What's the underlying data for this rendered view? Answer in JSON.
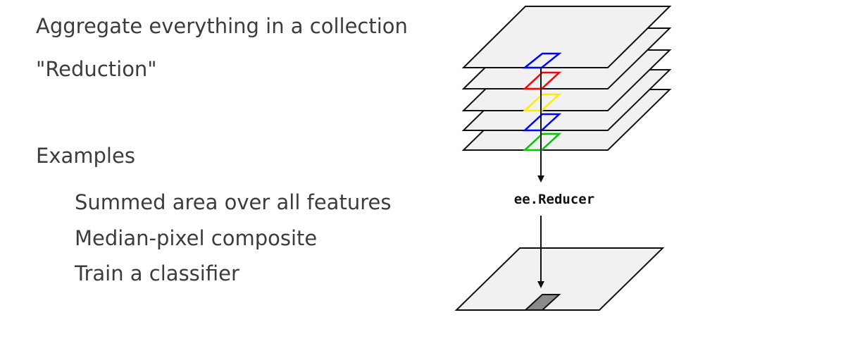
{
  "text": {
    "line1": "Aggregate everything in a collection",
    "line2": "\"Reduction\"",
    "examples_heading": "Examples",
    "examples": [
      "Summed area over all features",
      "Median-pixel composite",
      "Train a classifier"
    ]
  },
  "diagram": {
    "reducer_label": "ee.Reducer",
    "pixel_colors": [
      "#00c800",
      "#0000ff",
      "#ffea00",
      "#ff0000",
      "#0000ff"
    ],
    "output_pixel_color": "#8a8a8a",
    "layer_fill": "#f1f1f1",
    "stroke": "#111111"
  }
}
